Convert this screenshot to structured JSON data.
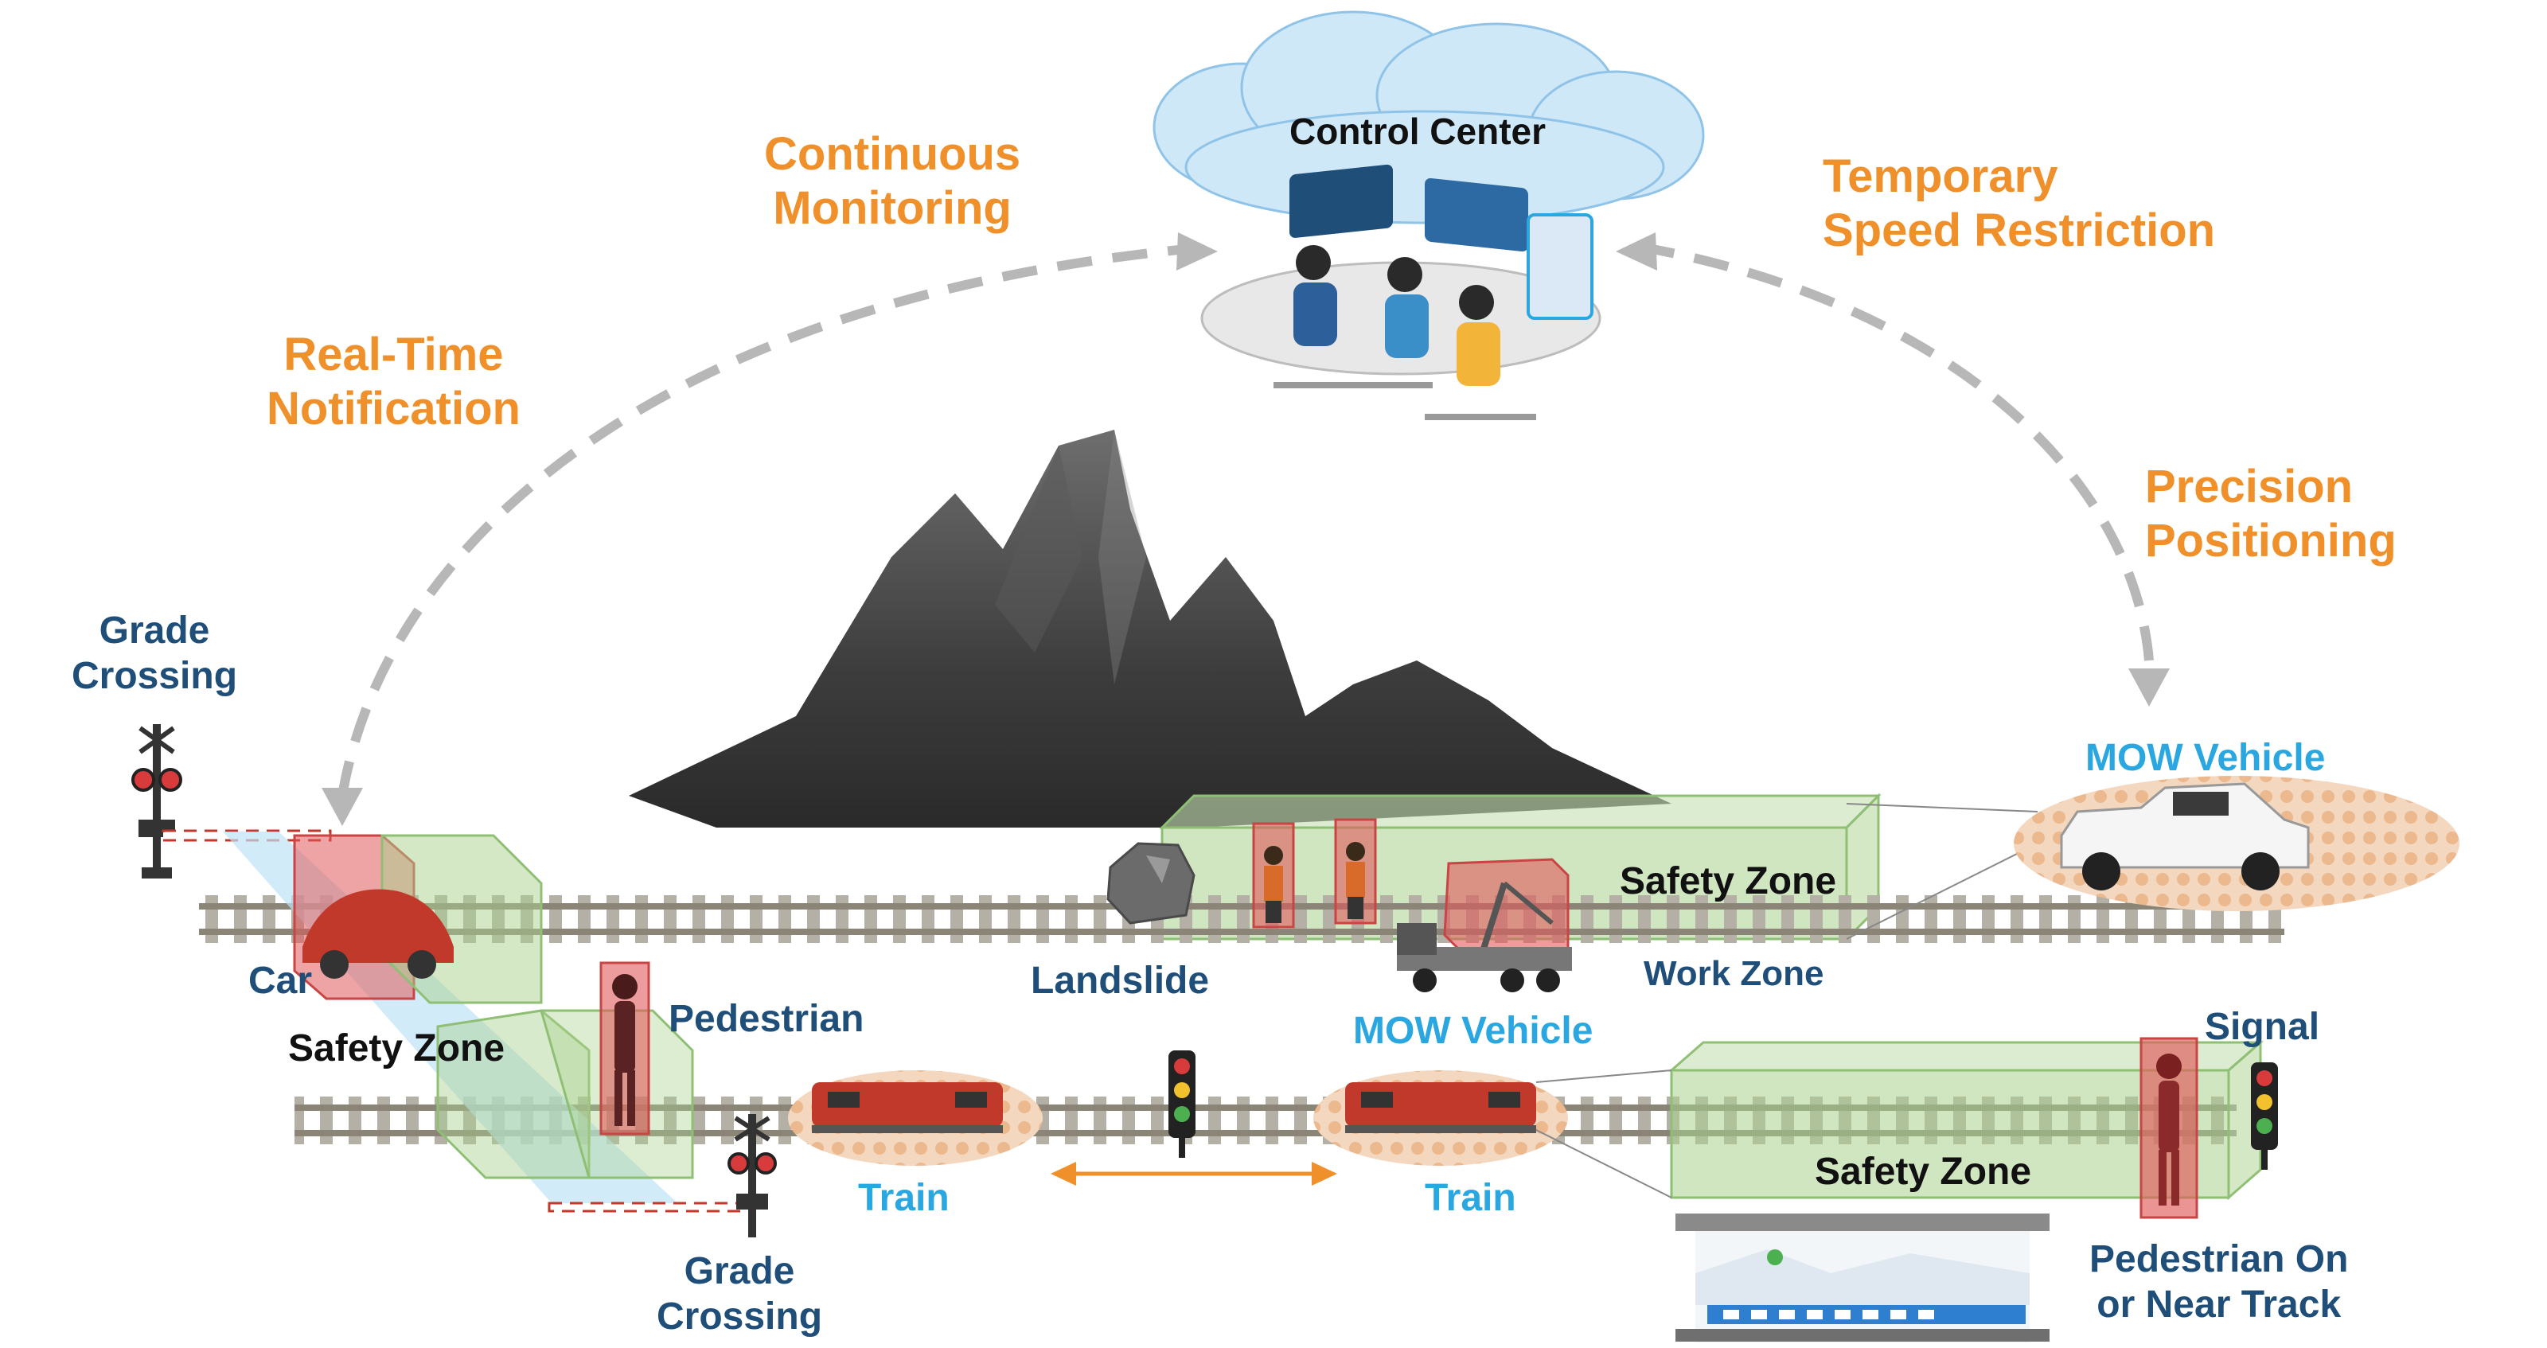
{
  "colors": {
    "accent_orange": "#f0902a",
    "label_navy": "#1f4e79",
    "label_cyan": "#2aa7e0",
    "safety_red": "#e05a5a",
    "safety_green": "#a9d18e",
    "cloud_blue": "#cfe8f8",
    "arrow_gray": "#b7b7b7"
  },
  "control_center": {
    "title": "Control Center"
  },
  "flows": {
    "continuous_monitoring": "Continuous\nMonitoring",
    "temporary_speed_restriction": "Temporary\nSpeed Restriction",
    "real_time_notification": "Real-Time\nNotification",
    "precision_positioning": "Precision\nPositioning"
  },
  "labels": {
    "grade_crossing_left": "Grade\nCrossing",
    "grade_crossing_bottom": "Grade\nCrossing",
    "car": "Car",
    "safety_zone_left": "Safety Zone",
    "pedestrian": "Pedestrian",
    "landslide": "Landslide",
    "mow_vehicle_center": "MOW Vehicle",
    "safety_zone_upper": "Safety Zone",
    "work_zone": "Work Zone",
    "mow_vehicle_right": "MOW Vehicle",
    "train_left": "Train",
    "train_right": "Train",
    "signal": "Signal",
    "safety_zone_lower": "Safety Zone",
    "pedestrian_on_track": "Pedestrian On\nor Near Track"
  },
  "icons": [
    "cloud-icon",
    "operators-icon",
    "mountain-icon",
    "rock-icon",
    "car-icon",
    "pedestrian-icon",
    "worker-icon",
    "crane-truck-icon",
    "pickup-truck-icon",
    "locomotive-icon",
    "traffic-signal-icon",
    "crossing-gate-icon",
    "station-platform-icon"
  ]
}
